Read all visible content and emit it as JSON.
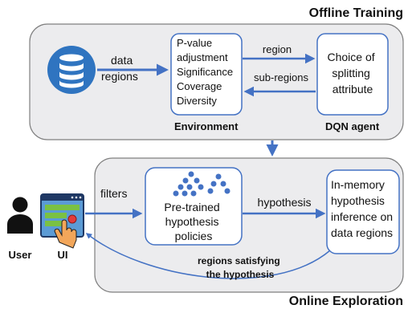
{
  "titles": {
    "offline": "Offline Training",
    "online": "Online Exploration"
  },
  "offline": {
    "input_label": [
      "data",
      "regions"
    ],
    "environment_metrics": [
      "P-value",
      "adjustment",
      "Significance",
      "Coverage",
      "Diversity"
    ],
    "environment_label": "Environment",
    "agent_box": [
      "Choice of",
      "splitting",
      "attribute"
    ],
    "agent_label": "DQN agent",
    "edge_region": "region",
    "edge_subregions": "sub-regions"
  },
  "online": {
    "user_label": "User",
    "ui_label": "UI",
    "edge_filters": "filters",
    "policies_box": [
      "Pre-trained",
      "hypothesis",
      "policies"
    ],
    "edge_hypothesis": "hypothesis",
    "inference_box": [
      "In-memory",
      "hypothesis",
      "inference on",
      "data regions"
    ],
    "feedback_label": [
      "regions satisfying",
      "the hypothesis"
    ]
  },
  "colors": {
    "arrow": "#4472c4",
    "panel_fill": "#ececee",
    "panel_stroke": "#7f7f7f",
    "box_stroke": "#4472c4",
    "database": "#2f74c0",
    "nodes": "#4472c4",
    "ui_screen": "#5b9bd5",
    "ui_rows": "#7ac143",
    "ui_hand": "#f2a65a"
  }
}
